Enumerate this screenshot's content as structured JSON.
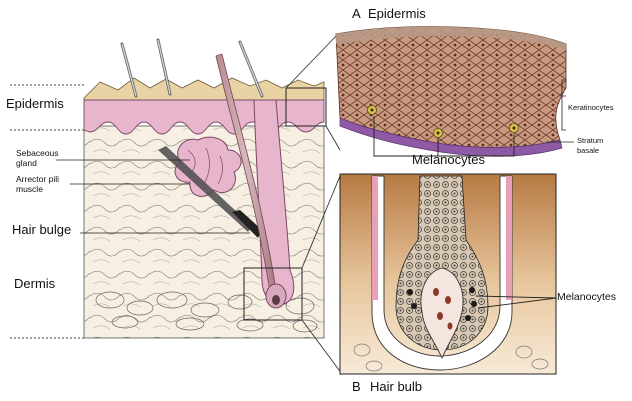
{
  "panel_a": {
    "letter": "A",
    "title": "Epidermis"
  },
  "panel_b": {
    "letter": "B",
    "title": "Hair bulb"
  },
  "left_labels": {
    "epidermis": "Epidermis",
    "sebaceous_line1": "Sebaceous",
    "sebaceous_line2": "gland",
    "arrector_line1": "Arrector pili",
    "arrector_line2": "muscle",
    "hair_bulge": "Hair bulge",
    "dermis": "Dermis"
  },
  "right_labels": {
    "keratinocytes": "Keratinocytes",
    "melanocytes_a": "Melanocytes",
    "stratum_line1": "Stratum",
    "stratum_line2": "basale",
    "melanocytes_b": "Melanocytes"
  },
  "colors": {
    "skin_pink": "#e8b6cc",
    "epidermis_tan": "#e9d3a5",
    "dermis_fill": "#f6efe2",
    "tissue_brown": "#7a4a36",
    "basal_purple": "#8e5aa5",
    "melanocyte_yellow": "#d8c04a"
  }
}
